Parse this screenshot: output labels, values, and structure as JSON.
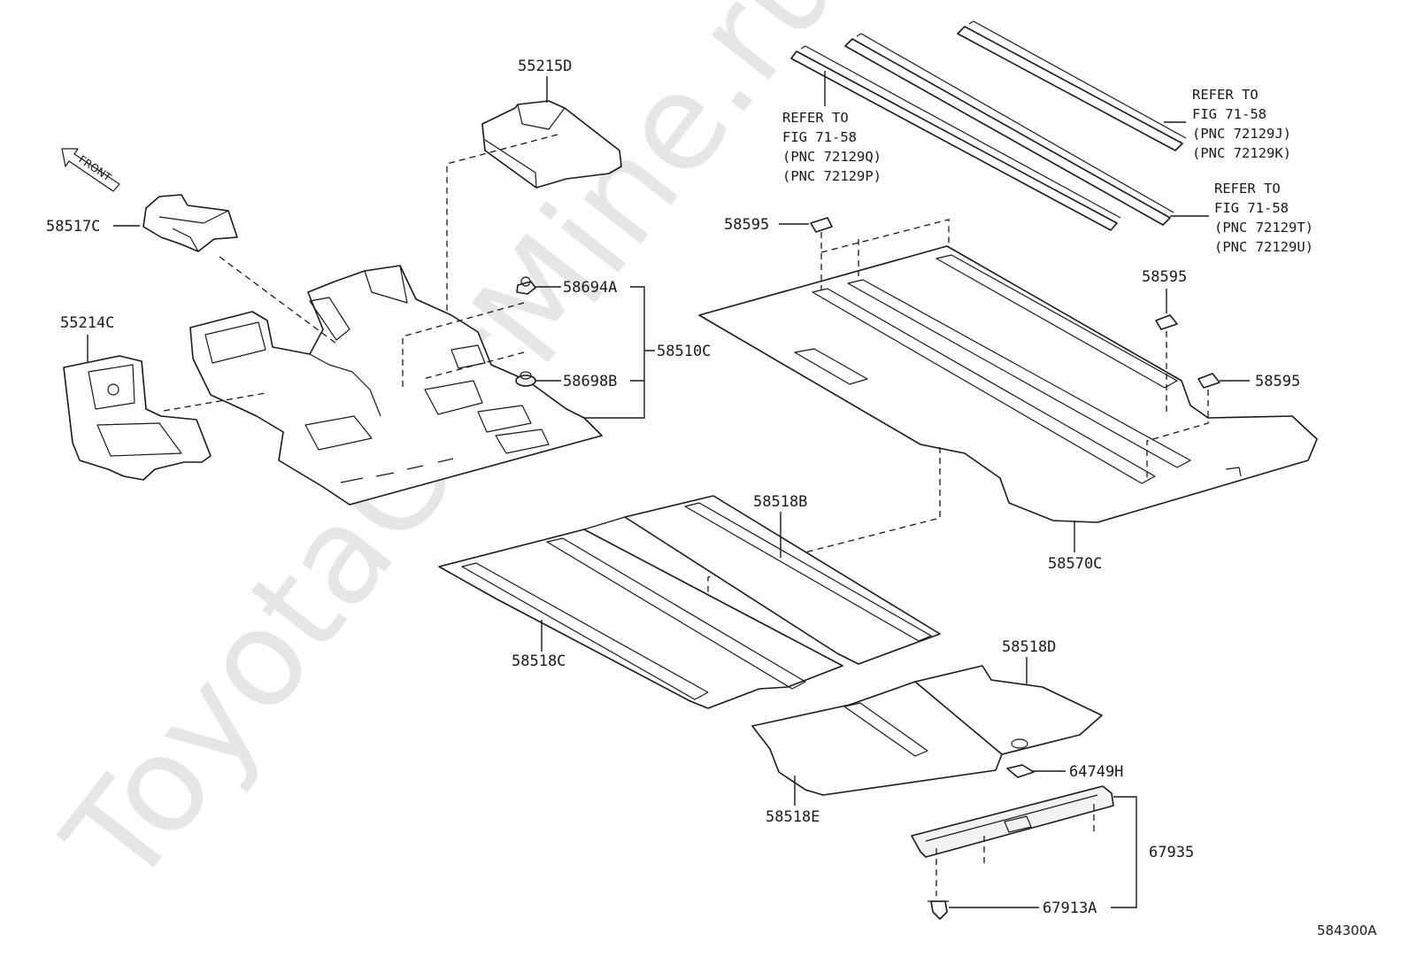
{
  "watermark": "ToyotaCarMine.ru",
  "figure_code": "584300A",
  "front_indicator": "FRONT",
  "labels": {
    "p55215D": "55215D",
    "p58517C": "58517C",
    "p55214C": "55214C",
    "p58694A": "58694A",
    "p58698B": "58698B",
    "p58510C": "58510C",
    "p58595a": "58595",
    "p58595b": "58595",
    "p58595c": "58595",
    "p58570C": "58570C",
    "p58518B": "58518B",
    "p58518C": "58518C",
    "p58518D": "58518D",
    "p58518E": "58518E",
    "p64749H": "64749H",
    "p67935": "67935",
    "p67913A": "67913A"
  },
  "refs": {
    "ref1": [
      "REFER TO",
      "FIG 71-58",
      "(PNC 72129Q)",
      "(PNC 72129P)"
    ],
    "ref2": [
      "REFER TO",
      "FIG 71-58",
      "(PNC 72129J)",
      "(PNC 72129K)"
    ],
    "ref3": [
      "REFER TO",
      "FIG 71-58",
      "(PNC 72129T)",
      "(PNC 72129U)"
    ]
  }
}
